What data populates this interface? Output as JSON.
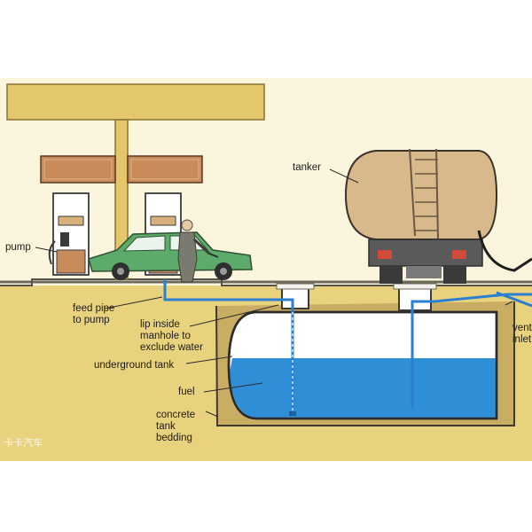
{
  "labels": {
    "pump": "pump",
    "feed_pipe": "feed pipe\nto pump",
    "lip": "lip inside\nmanhole to\nexclude water",
    "underground_tank": "underground tank",
    "fuel": "fuel",
    "bedding": "concrete\ntank\nbedding",
    "tanker": "tanker",
    "vent_inlet": "vent\ninlet"
  },
  "watermark": "卡卡汽车",
  "colors": {
    "sky": "#fbf5de",
    "ground": "#e9d27d",
    "canopy": "#e3c76a",
    "sign": "#c98b5a",
    "fuel": "#2e8fd6",
    "pipe": "#2a7fd0",
    "car": "#5dab6b",
    "tanker_body": "#d8b98c",
    "concrete": "#bfa35c"
  }
}
